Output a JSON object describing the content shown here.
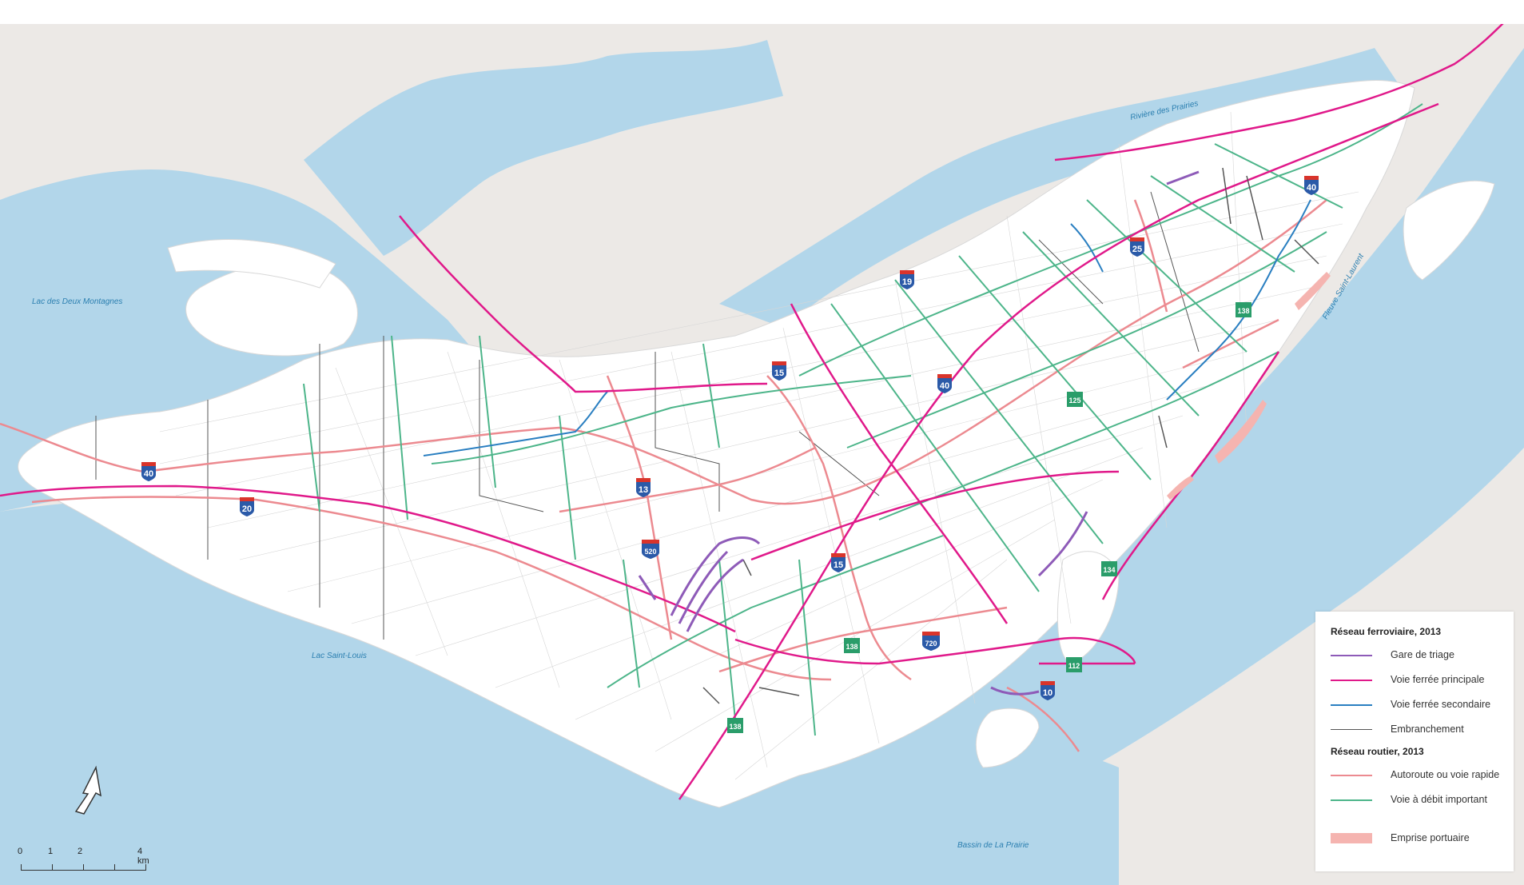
{
  "water_labels": {
    "lac_deux_montagnes": "Lac des Deux Montagnes",
    "riviere_prairies": "Rivière des Prairies",
    "fleuve": "Fleuve Saint-Laurent",
    "lac_saint_louis": "Lac Saint-Louis",
    "bassin_prairie": "Bassin de La Prairie"
  },
  "shields": {
    "a40_w": "40",
    "a20": "20",
    "a13": "13",
    "a520": "520",
    "a15_n": "15",
    "a15_s": "15",
    "a19": "19",
    "a40_c": "40",
    "a25": "25",
    "a40_e": "40",
    "a720": "720",
    "a10": "10",
    "r125": "125",
    "r138_e": "138",
    "r134": "134",
    "r138_c": "138",
    "r112": "112",
    "r138_s": "138"
  },
  "legend": {
    "rail_title": "Réseau ferroviaire, 2013",
    "rail_items": [
      {
        "label": "Gare de triage",
        "color": "#8e5bb8"
      },
      {
        "label": "Voie ferrée principale",
        "color": "#e0198a"
      },
      {
        "label": "Voie ferrée secondaire",
        "color": "#2a7fc1"
      },
      {
        "label": "Embranchement",
        "color": "#555555"
      }
    ],
    "road_title": "Réseau routier, 2013",
    "road_items": [
      {
        "label": "Autoroute ou voie rapide",
        "color": "#ec8a90"
      },
      {
        "label": "Voie à débit important",
        "color": "#4db58a"
      },
      {
        "label": "Emprise portuaire",
        "color": "#f5b4b0"
      }
    ]
  },
  "scale": {
    "t0": "0",
    "t1": "1",
    "t2": "2",
    "t4": "4 km"
  },
  "colors": {
    "land": "#ece9e6",
    "water": "#b2d6ea",
    "island": "#ffffff",
    "highway": "#ec8a90",
    "main_rail": "#e0198a",
    "arterial": "#4db58a",
    "secondary_rail": "#2a7fc1",
    "yard": "#8e5bb8",
    "spur": "#555555",
    "port": "#f5b4b0",
    "interstate": "#2b5aa8",
    "route_qc": "#2a9d6a"
  }
}
